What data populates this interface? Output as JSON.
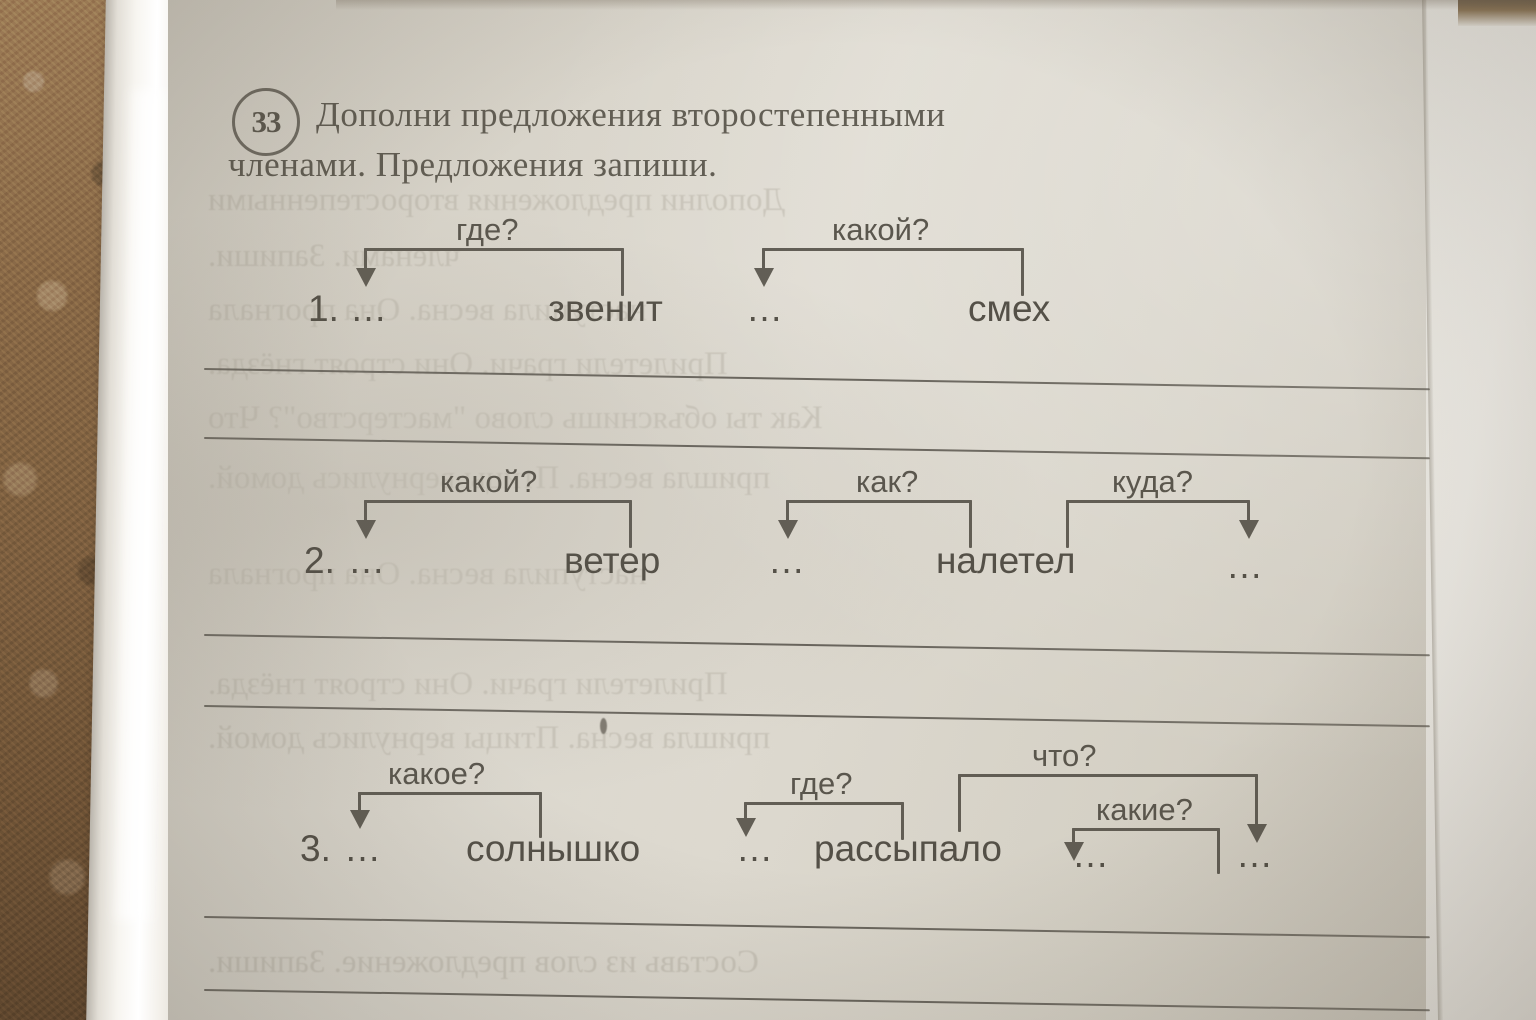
{
  "exercise": {
    "number": "33",
    "instruction_line1": "Дополни   предложения   второстепенными",
    "instruction_line2": "членами.   Предложения   запиши."
  },
  "sentences": [
    {
      "index": "1.",
      "tokens": [
        "…",
        "звенит",
        "…",
        "смех"
      ],
      "questions": [
        "где?",
        "какой?"
      ],
      "links": [
        {
          "question": "где?",
          "from": "звенит",
          "to": "…"
        },
        {
          "question": "какой?",
          "from": "смех",
          "to": "…"
        }
      ]
    },
    {
      "index": "2.",
      "tokens": [
        "…",
        "ветер",
        "…",
        "налетел",
        "…"
      ],
      "questions": [
        "какой?",
        "как?",
        "куда?"
      ],
      "links": [
        {
          "question": "какой?",
          "from": "ветер",
          "to": "…"
        },
        {
          "question": "как?",
          "from": "налетел",
          "to": "…"
        },
        {
          "question": "куда?",
          "from": "налетел",
          "to": "…"
        }
      ]
    },
    {
      "index": "3.",
      "tokens": [
        "…",
        "солнышко",
        "…",
        "рассыпало",
        "…",
        "…"
      ],
      "questions": [
        "какое?",
        "где?",
        "что?",
        "какие?"
      ],
      "links": [
        {
          "question": "какое?",
          "from": "солнышко",
          "to": "…"
        },
        {
          "question": "где?",
          "from": "рассыпало",
          "to": "…"
        },
        {
          "question": "что?",
          "from": "рассыпало",
          "to": "…"
        },
        {
          "question": "какие?",
          "from": "…",
          "to": "…"
        }
      ]
    }
  ],
  "labels": {
    "q_gde": "где?",
    "q_kakoy": "какой?",
    "q_kakoy2": "какой?",
    "q_kak": "как?",
    "q_kuda": "куда?",
    "q_kakoe": "какое?",
    "q_gde2": "где?",
    "q_chto": "что?",
    "q_kakie": "какие?",
    "n1": "1.",
    "n2": "2.",
    "n3": "3.",
    "w_zvenit": "звенит",
    "w_smeh": "смех",
    "w_veter": "ветер",
    "w_naletel": "налетел",
    "w_solnyshko": "солнышко",
    "w_rassypalo": "рассыпало",
    "dots": "…"
  },
  "ghost_text": {
    "g1": "Дополни предложения второстепенными",
    "g2": "членами. Запиши.",
    "g3": "наступила весна. Она прогнала",
    "g4": "Как ты объяснишь слово \"мастерство\"? Что",
    "g5": "пришла весна. Птицы вернулись домой.",
    "g6": "Прилетели грачи. Они строят гнёзда.",
    "g7": "Составь из слов предложение. Запиши."
  },
  "colors": {
    "ink": "#4e4a41",
    "rule": "#5c584f",
    "paper": "#dedad0",
    "desk": "#8a6a47"
  }
}
